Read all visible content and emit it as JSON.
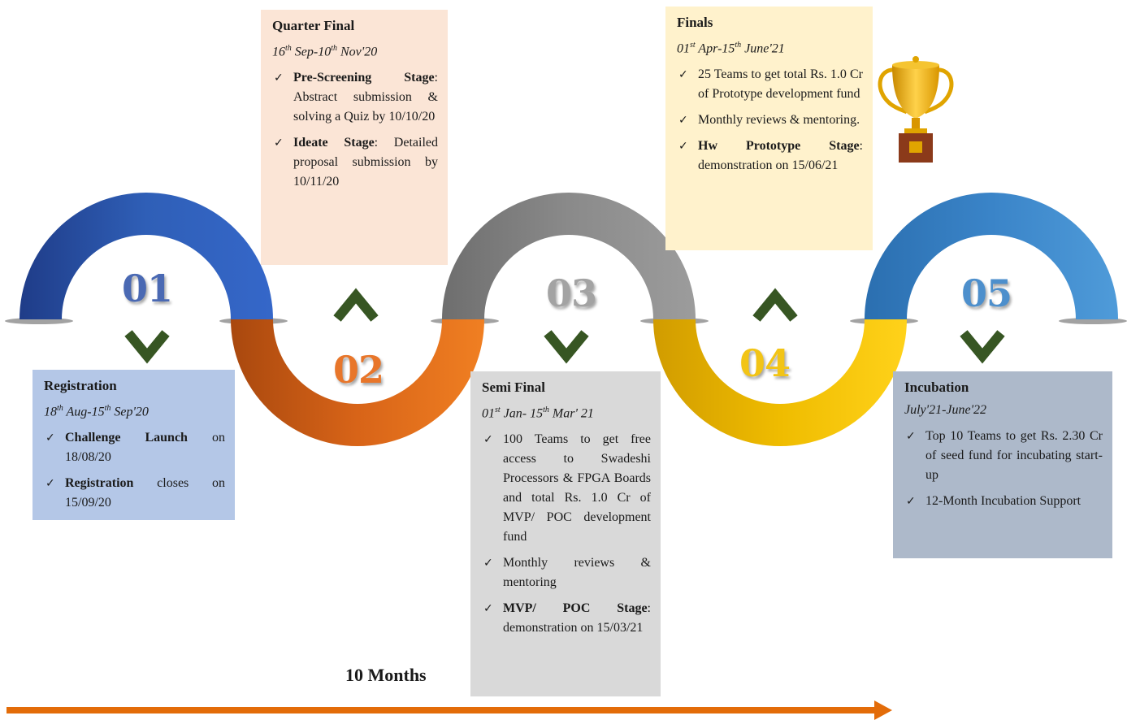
{
  "colors": {
    "stage1": "#2f5597",
    "stage2": "#c55a11",
    "stage3": "#7f7f7f",
    "stage4": "#e6b800",
    "stage5": "#2e75b6",
    "chevron": "#375623",
    "timeline_arrow": "#e36c09"
  },
  "numbers": [
    "01",
    "02",
    "03",
    "04",
    "05"
  ],
  "registration": {
    "title": "Registration",
    "date": "18th Aug-15th Sep'20",
    "items": [
      {
        "bold": "Challenge Launch",
        "text": " on 18/08/20"
      },
      {
        "bold": "Registration",
        "text": " closes on 15/09/20"
      }
    ]
  },
  "quarter_final": {
    "title": "Quarter Final",
    "date": "16th Sep-10th Nov'20",
    "items": [
      {
        "bold": "Pre-Screening Stage",
        "text": ": Abstract submission & solving a Quiz by 10/10/20"
      },
      {
        "bold": "Ideate Stage",
        "text": ": Detailed proposal submission by 10/11/20"
      }
    ]
  },
  "semi_final": {
    "title": "Semi Final",
    "date": "01st Jan- 15th Mar' 21",
    "items": [
      {
        "bold": "",
        "text": "100 Teams to get free access to Swadeshi Processors & FPGA Boards and total Rs. 1.0 Cr of MVP/ POC development fund"
      },
      {
        "bold": "",
        "text": "Monthly reviews & mentoring"
      },
      {
        "bold": "MVP/ POC Stage",
        "text": ": demonstration on 15/03/21"
      }
    ]
  },
  "finals": {
    "title": "Finals",
    "date": "01st Apr-15th June'21",
    "items": [
      {
        "bold": "",
        "text": "25 Teams to get total Rs. 1.0 Cr of Prototype development fund"
      },
      {
        "bold": "",
        "text": "Monthly reviews & mentoring."
      },
      {
        "bold": "Hw Prototype Stage",
        "text": ": demonstration on 15/06/21"
      }
    ]
  },
  "incubation": {
    "title": "Incubation",
    "date": "July'21-June'22",
    "items": [
      {
        "bold": "",
        "text": "Top 10 Teams to get Rs. 2.30 Cr of seed fund for incubating start-up"
      },
      {
        "bold": "",
        "text": "12-Month Incubation Support"
      }
    ]
  },
  "duration": "10 Months",
  "icons": [
    "trophy-icon",
    "chevron-down-icon",
    "chevron-up-icon",
    "timeline-arrow-icon"
  ]
}
